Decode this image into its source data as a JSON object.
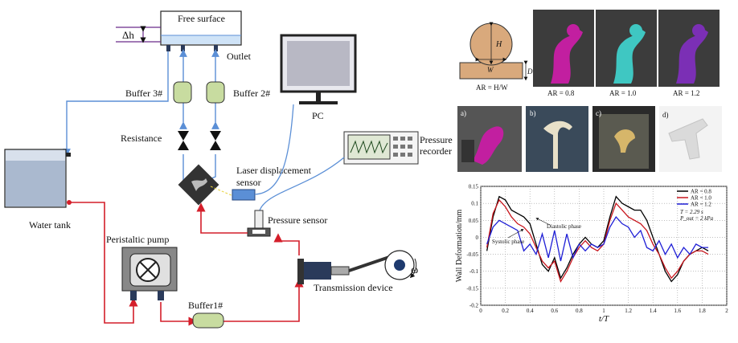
{
  "schematic": {
    "free_surface": "Free surface",
    "delta_h": "Δh",
    "outlet": "Outlet",
    "buffer3": "Buffer 3#",
    "buffer2": "Buffer 2#",
    "resistance": "Resistance",
    "pc": "PC",
    "laser_sensor_line1": "Laser displacement",
    "laser_sensor_line2": "sensor",
    "pressure_recorder_line1": "Pressure",
    "pressure_recorder_line2": "recorder",
    "pressure_sensor": "Pressure sensor",
    "water_tank": "Water tank",
    "peristaltic_pump": "Peristaltic pump",
    "buffer1": "Buffer1#",
    "transmission_device": "Transmission device",
    "omega": "ω"
  },
  "aneurysm": {
    "H": "H",
    "W": "W",
    "D": "D",
    "formula": "AR = H/W",
    "ar_labels": [
      "AR = 0.8",
      "AR = 1.0",
      "AR = 1.2"
    ],
    "photo_labels": [
      "a)",
      "b)",
      "c)",
      "d)"
    ],
    "colors": [
      "#c21fa0",
      "#3fc7c2",
      "#7b2fb5"
    ]
  },
  "chart_data": {
    "type": "line",
    "xlabel": "t/T",
    "ylabel": "Wall Deformation/mm",
    "xlim": [
      0,
      2
    ],
    "ylim": [
      -0.2,
      0.15
    ],
    "xticks": [
      0,
      0.2,
      0.4,
      0.6,
      0.8,
      1,
      1.2,
      1.4,
      1.6,
      1.8,
      2
    ],
    "yticks": [
      0.15,
      0.1,
      0.05,
      0,
      -0.05,
      -0.1,
      -0.15,
      -0.2
    ],
    "grid": true,
    "legend_position": "top-right",
    "annotations": [
      "T = 2.29 s",
      "P_out = 2 kPa",
      "Systolic phase",
      "Diastolic phase"
    ],
    "series": [
      {
        "name": "AR = 0.8",
        "color": "#000000",
        "x": [
          0.05,
          0.1,
          0.15,
          0.2,
          0.25,
          0.3,
          0.35,
          0.4,
          0.45,
          0.5,
          0.55,
          0.6,
          0.65,
          0.7,
          0.75,
          0.8,
          0.85,
          0.9,
          0.95,
          1.0,
          1.05,
          1.1,
          1.15,
          1.2,
          1.25,
          1.3,
          1.35,
          1.4,
          1.45,
          1.5,
          1.55,
          1.6,
          1.65,
          1.7,
          1.75,
          1.8,
          1.85
        ],
        "y": [
          -0.04,
          0.06,
          0.12,
          0.11,
          0.08,
          0.07,
          0.06,
          0.04,
          -0.02,
          -0.08,
          -0.1,
          -0.06,
          -0.12,
          -0.09,
          -0.05,
          -0.02,
          0.0,
          -0.02,
          -0.03,
          -0.01,
          0.06,
          0.12,
          0.1,
          0.09,
          0.08,
          0.08,
          0.05,
          0.0,
          -0.05,
          -0.1,
          -0.13,
          -0.11,
          -0.07,
          -0.05,
          -0.04,
          -0.03,
          -0.04
        ]
      },
      {
        "name": "AR = 1.0",
        "color": "#c8161d",
        "x": [
          0.05,
          0.1,
          0.15,
          0.2,
          0.25,
          0.3,
          0.35,
          0.4,
          0.45,
          0.5,
          0.55,
          0.6,
          0.65,
          0.7,
          0.75,
          0.8,
          0.85,
          0.9,
          0.95,
          1.0,
          1.05,
          1.1,
          1.15,
          1.2,
          1.25,
          1.3,
          1.35,
          1.4,
          1.45,
          1.5,
          1.55,
          1.6,
          1.65,
          1.7,
          1.75,
          1.8,
          1.85
        ],
        "y": [
          -0.03,
          0.07,
          0.11,
          0.09,
          0.06,
          0.04,
          0.03,
          0.01,
          -0.03,
          -0.07,
          -0.09,
          -0.07,
          -0.13,
          -0.1,
          -0.06,
          -0.03,
          -0.01,
          -0.03,
          -0.04,
          -0.02,
          0.05,
          0.1,
          0.08,
          0.06,
          0.05,
          0.04,
          0.02,
          -0.02,
          -0.05,
          -0.09,
          -0.12,
          -0.1,
          -0.07,
          -0.05,
          -0.04,
          -0.04,
          -0.05
        ]
      },
      {
        "name": "AR = 1.2",
        "color": "#1f1fd6",
        "x": [
          0.05,
          0.1,
          0.15,
          0.2,
          0.25,
          0.3,
          0.35,
          0.4,
          0.45,
          0.5,
          0.55,
          0.6,
          0.65,
          0.7,
          0.75,
          0.8,
          0.85,
          0.9,
          0.95,
          1.0,
          1.05,
          1.1,
          1.15,
          1.2,
          1.25,
          1.3,
          1.35,
          1.4,
          1.45,
          1.5,
          1.55,
          1.6,
          1.65,
          1.7,
          1.75,
          1.8,
          1.85
        ],
        "y": [
          -0.02,
          0.03,
          0.05,
          0.04,
          0.03,
          0.02,
          -0.04,
          -0.02,
          -0.05,
          0.01,
          -0.06,
          0.02,
          -0.07,
          0.01,
          -0.06,
          -0.02,
          -0.04,
          -0.02,
          -0.03,
          -0.02,
          0.03,
          0.06,
          0.04,
          0.03,
          0.0,
          0.02,
          -0.03,
          -0.04,
          -0.01,
          -0.05,
          -0.02,
          -0.06,
          -0.03,
          -0.05,
          -0.02,
          -0.03,
          -0.03
        ]
      }
    ]
  }
}
